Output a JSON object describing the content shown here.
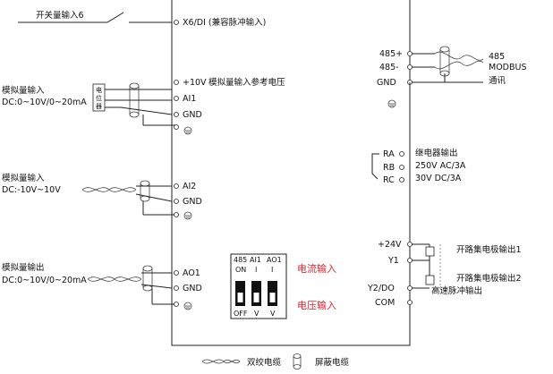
{
  "left_terminals": {
    "x6": "X6/DI (兼容脉冲输入)",
    "p10v": "+10V",
    "p10v_desc": "模拟量输入参考电压",
    "ai1": "AI1",
    "gnd1": "GND",
    "ai2": "AI2",
    "gnd2": "GND",
    "ao1": "AO1",
    "gnd3": "GND"
  },
  "left_labels": {
    "switch_input": "开关量输入6",
    "analog_in_1_title": "模拟量输入",
    "analog_in_1_range": "DC:0~10V/0~20mA",
    "potentiometer": "电位器",
    "analog_in_2_title": "模拟量输入",
    "analog_in_2_range": "DC:-10V~10V",
    "analog_out_title": "模拟量输出",
    "analog_out_range": "DC:0~10V/0~20mA"
  },
  "right_terminals": {
    "r485p": "485+",
    "r485n": "485-",
    "gnd": "GND",
    "ra": "RA",
    "rb": "RB",
    "rc": "RC",
    "p24v": "+24V",
    "y1": "Y1",
    "y2": "Y2/DO",
    "com": "COM"
  },
  "right_labels": {
    "modbus_1": "485",
    "modbus_2": "MODBUS",
    "modbus_3": "通讯",
    "relay_1": "继电器输出",
    "relay_2": "250V AC/3A",
    "relay_3": "30V  DC/3A",
    "oc1": "开路集电极输出1",
    "oc2": "开路集电极输出2",
    "pulse_out": "高速脉冲输出"
  },
  "switch_block": {
    "headers": [
      "485",
      "AI1",
      "AO1"
    ],
    "top_marks": [
      "ON",
      "I",
      "I"
    ],
    "bottom_marks": [
      "OFF",
      "V",
      "V"
    ],
    "current_label": "电流输入",
    "voltage_label": "电压输入"
  },
  "legend": {
    "twisted": "双绞电缆",
    "shielded": "屏蔽电缆"
  },
  "colors": {
    "line": "#222222",
    "accent": "#d7262f"
  }
}
